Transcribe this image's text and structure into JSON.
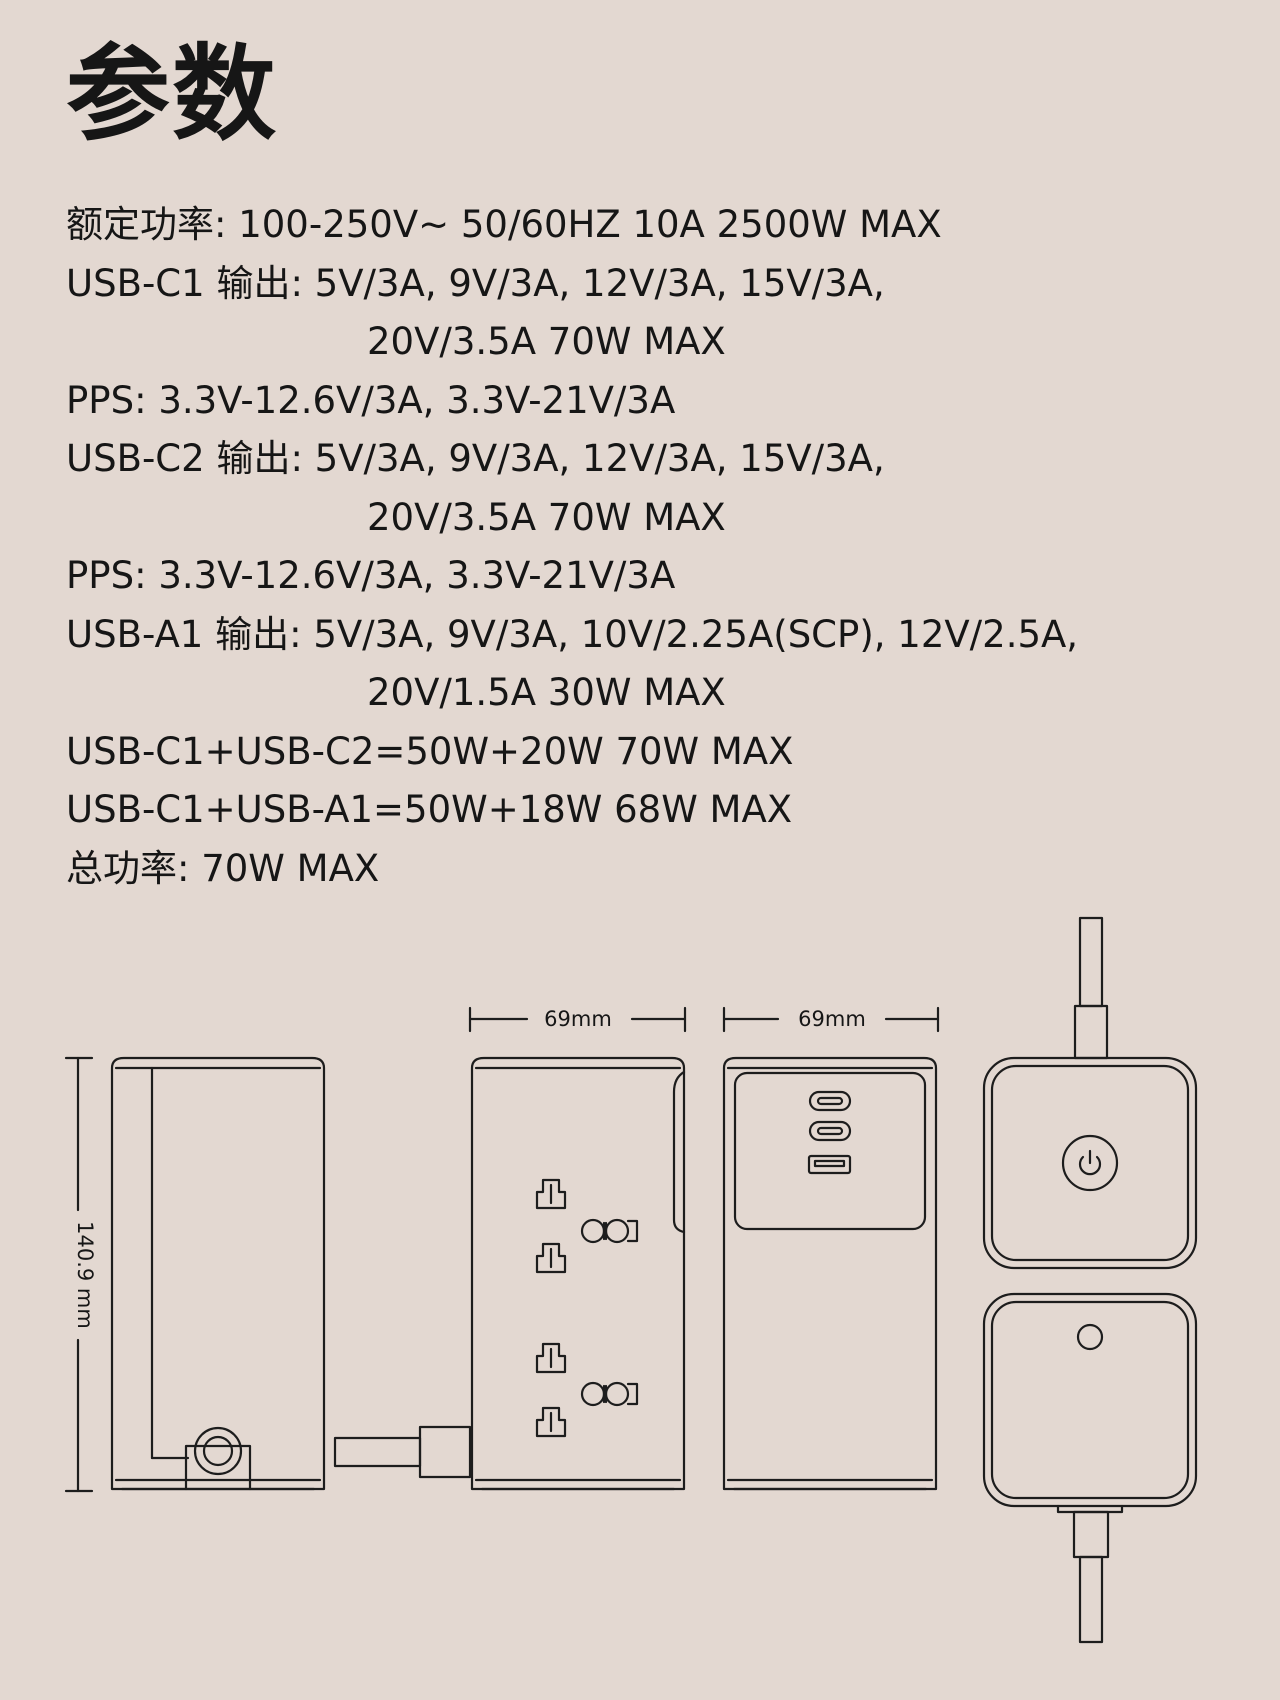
{
  "page": {
    "title": "参数",
    "colors": {
      "background": "#e3d8d1",
      "text": "#161616",
      "line": "#1d1d1d"
    }
  },
  "specs": [
    {
      "text": "额定功率: 100-250V~ 50/60HZ 10A 2500W MAX",
      "continuation": false
    },
    {
      "text": "USB-C1 输出: 5V/3A, 9V/3A, 12V/3A, 15V/3A,",
      "continuation": false
    },
    {
      "text": "20V/3.5A 70W MAX",
      "continuation": true
    },
    {
      "text": "PPS: 3.3V-12.6V/3A, 3.3V-21V/3A",
      "continuation": false
    },
    {
      "text": "USB-C2 输出: 5V/3A, 9V/3A, 12V/3A, 15V/3A,",
      "continuation": false
    },
    {
      "text": "20V/3.5A 70W MAX",
      "continuation": true
    },
    {
      "text": "PPS: 3.3V-12.6V/3A, 3.3V-21V/3A",
      "continuation": false
    },
    {
      "text": "USB-A1 输出: 5V/3A, 9V/3A, 10V/2.25A(SCP), 12V/2.5A,",
      "continuation": false
    },
    {
      "text": "20V/1.5A 30W MAX",
      "continuation": true
    },
    {
      "text": "USB-C1+USB-C2=50W+20W 70W MAX",
      "continuation": false
    },
    {
      "text": "USB-C1+USB-A1=50W+18W 68W MAX",
      "continuation": false
    },
    {
      "text": "总功率: 70W MAX",
      "continuation": false
    }
  ],
  "dimensions": {
    "width_front": "69mm",
    "width_side": "69mm",
    "height": "140.9 mm"
  }
}
